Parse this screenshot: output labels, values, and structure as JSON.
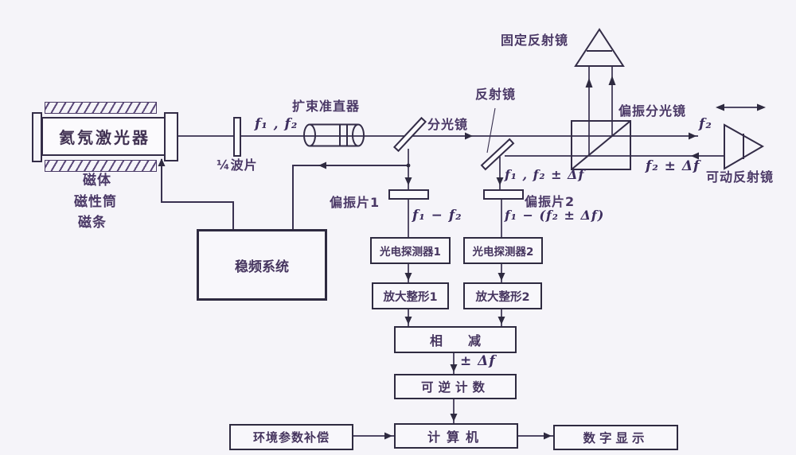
{
  "diagram": {
    "laser": {
      "label": "氦氖激光器"
    },
    "magnet_labels": [
      "磁体",
      "磁性筒",
      "磁条"
    ],
    "optics": {
      "waveplate": "¼波片",
      "expander": "扩束准直器",
      "beamsplitter": "分光镜",
      "mirror": "反射镜",
      "fixed_reflector": "固定反射镜",
      "pbs": "偏振分光镜",
      "movable_reflector": "可动反射镜",
      "polarizer1": "偏振片1",
      "polarizer2": "偏振片2"
    },
    "beam_labels": {
      "f1f2": "f₁ , f₂",
      "f2": "f₂",
      "f2_df": "f₂ ± Δf",
      "f1f2_df": "f₁ , f₂ ± Δf",
      "f1_minus_f2": "f₁ − f₂",
      "f1_minus_f2df": "f₁ − (f₂ ± Δf)",
      "pm_df": "± Δf"
    },
    "boxes": {
      "freq_stab": "稳频系统",
      "detector1": "光电探测器1",
      "detector2": "光电探测器2",
      "amp1": "放大整形1",
      "amp2": "放大整形2",
      "subtract": "相　　减",
      "counter": "可逆计数",
      "computer": "计算机",
      "env_comp": "环境参数补偿",
      "display": "数字显示"
    },
    "colors": {
      "background": "#f5f4f9",
      "ink": "#393150",
      "text": "#4a3866",
      "formula": "#3c2d5e"
    }
  }
}
